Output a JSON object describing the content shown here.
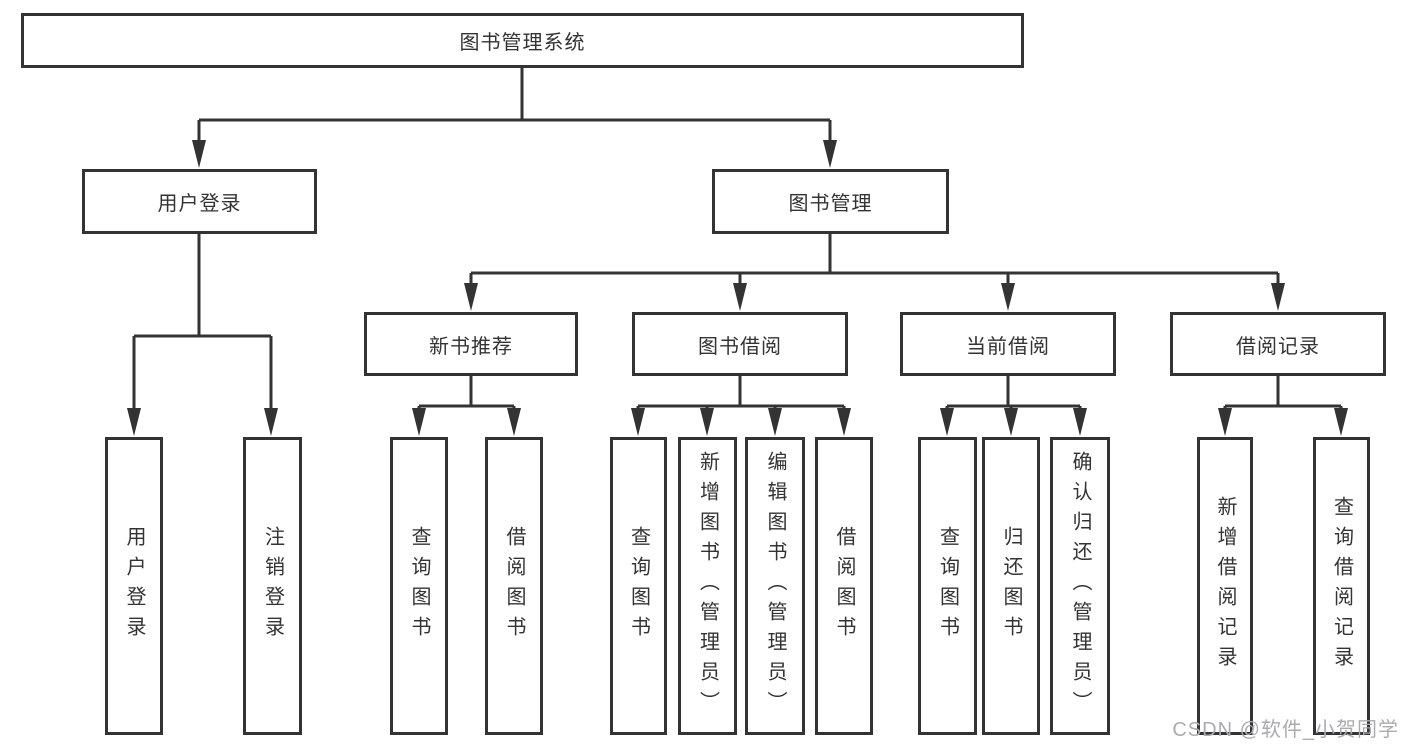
{
  "diagram": {
    "root": {
      "label": "图书管理系统"
    },
    "level2": {
      "user_login": {
        "label": "用户登录"
      },
      "book_management": {
        "label": "图书管理"
      }
    },
    "level3": {
      "new_book_recommend": {
        "label": "新书推荐"
      },
      "book_borrow": {
        "label": "图书借阅"
      },
      "current_borrow": {
        "label": "当前借阅"
      },
      "borrow_record": {
        "label": "借阅记录"
      }
    },
    "leaves": {
      "user_login_leaf": {
        "label": "用户登录"
      },
      "logout": {
        "label": "注销登录"
      },
      "recommend_query_book": {
        "label": "查询图书"
      },
      "recommend_borrow_book": {
        "label": "借阅图书"
      },
      "borrow_query_book": {
        "label": "查询图书"
      },
      "borrow_add_book": {
        "label": "新增图书（管理员）"
      },
      "borrow_edit_book": {
        "label": "编辑图书（管理员）"
      },
      "borrow_borrow_book": {
        "label": "借阅图书"
      },
      "current_query_book": {
        "label": "查询图书"
      },
      "current_return_book": {
        "label": "归还图书"
      },
      "current_confirm_return": {
        "label": "确认归还（管理员）"
      },
      "record_add": {
        "label": "新增借阅记录"
      },
      "record_query": {
        "label": "查询借阅记录"
      }
    }
  },
  "watermark": {
    "text": "CSDN @软件_小贺同学"
  },
  "colors": {
    "line": "#333333",
    "text": "#333333",
    "box_fill": "#ffffff",
    "watermark": "#ababb0",
    "background": "#ffffff"
  }
}
